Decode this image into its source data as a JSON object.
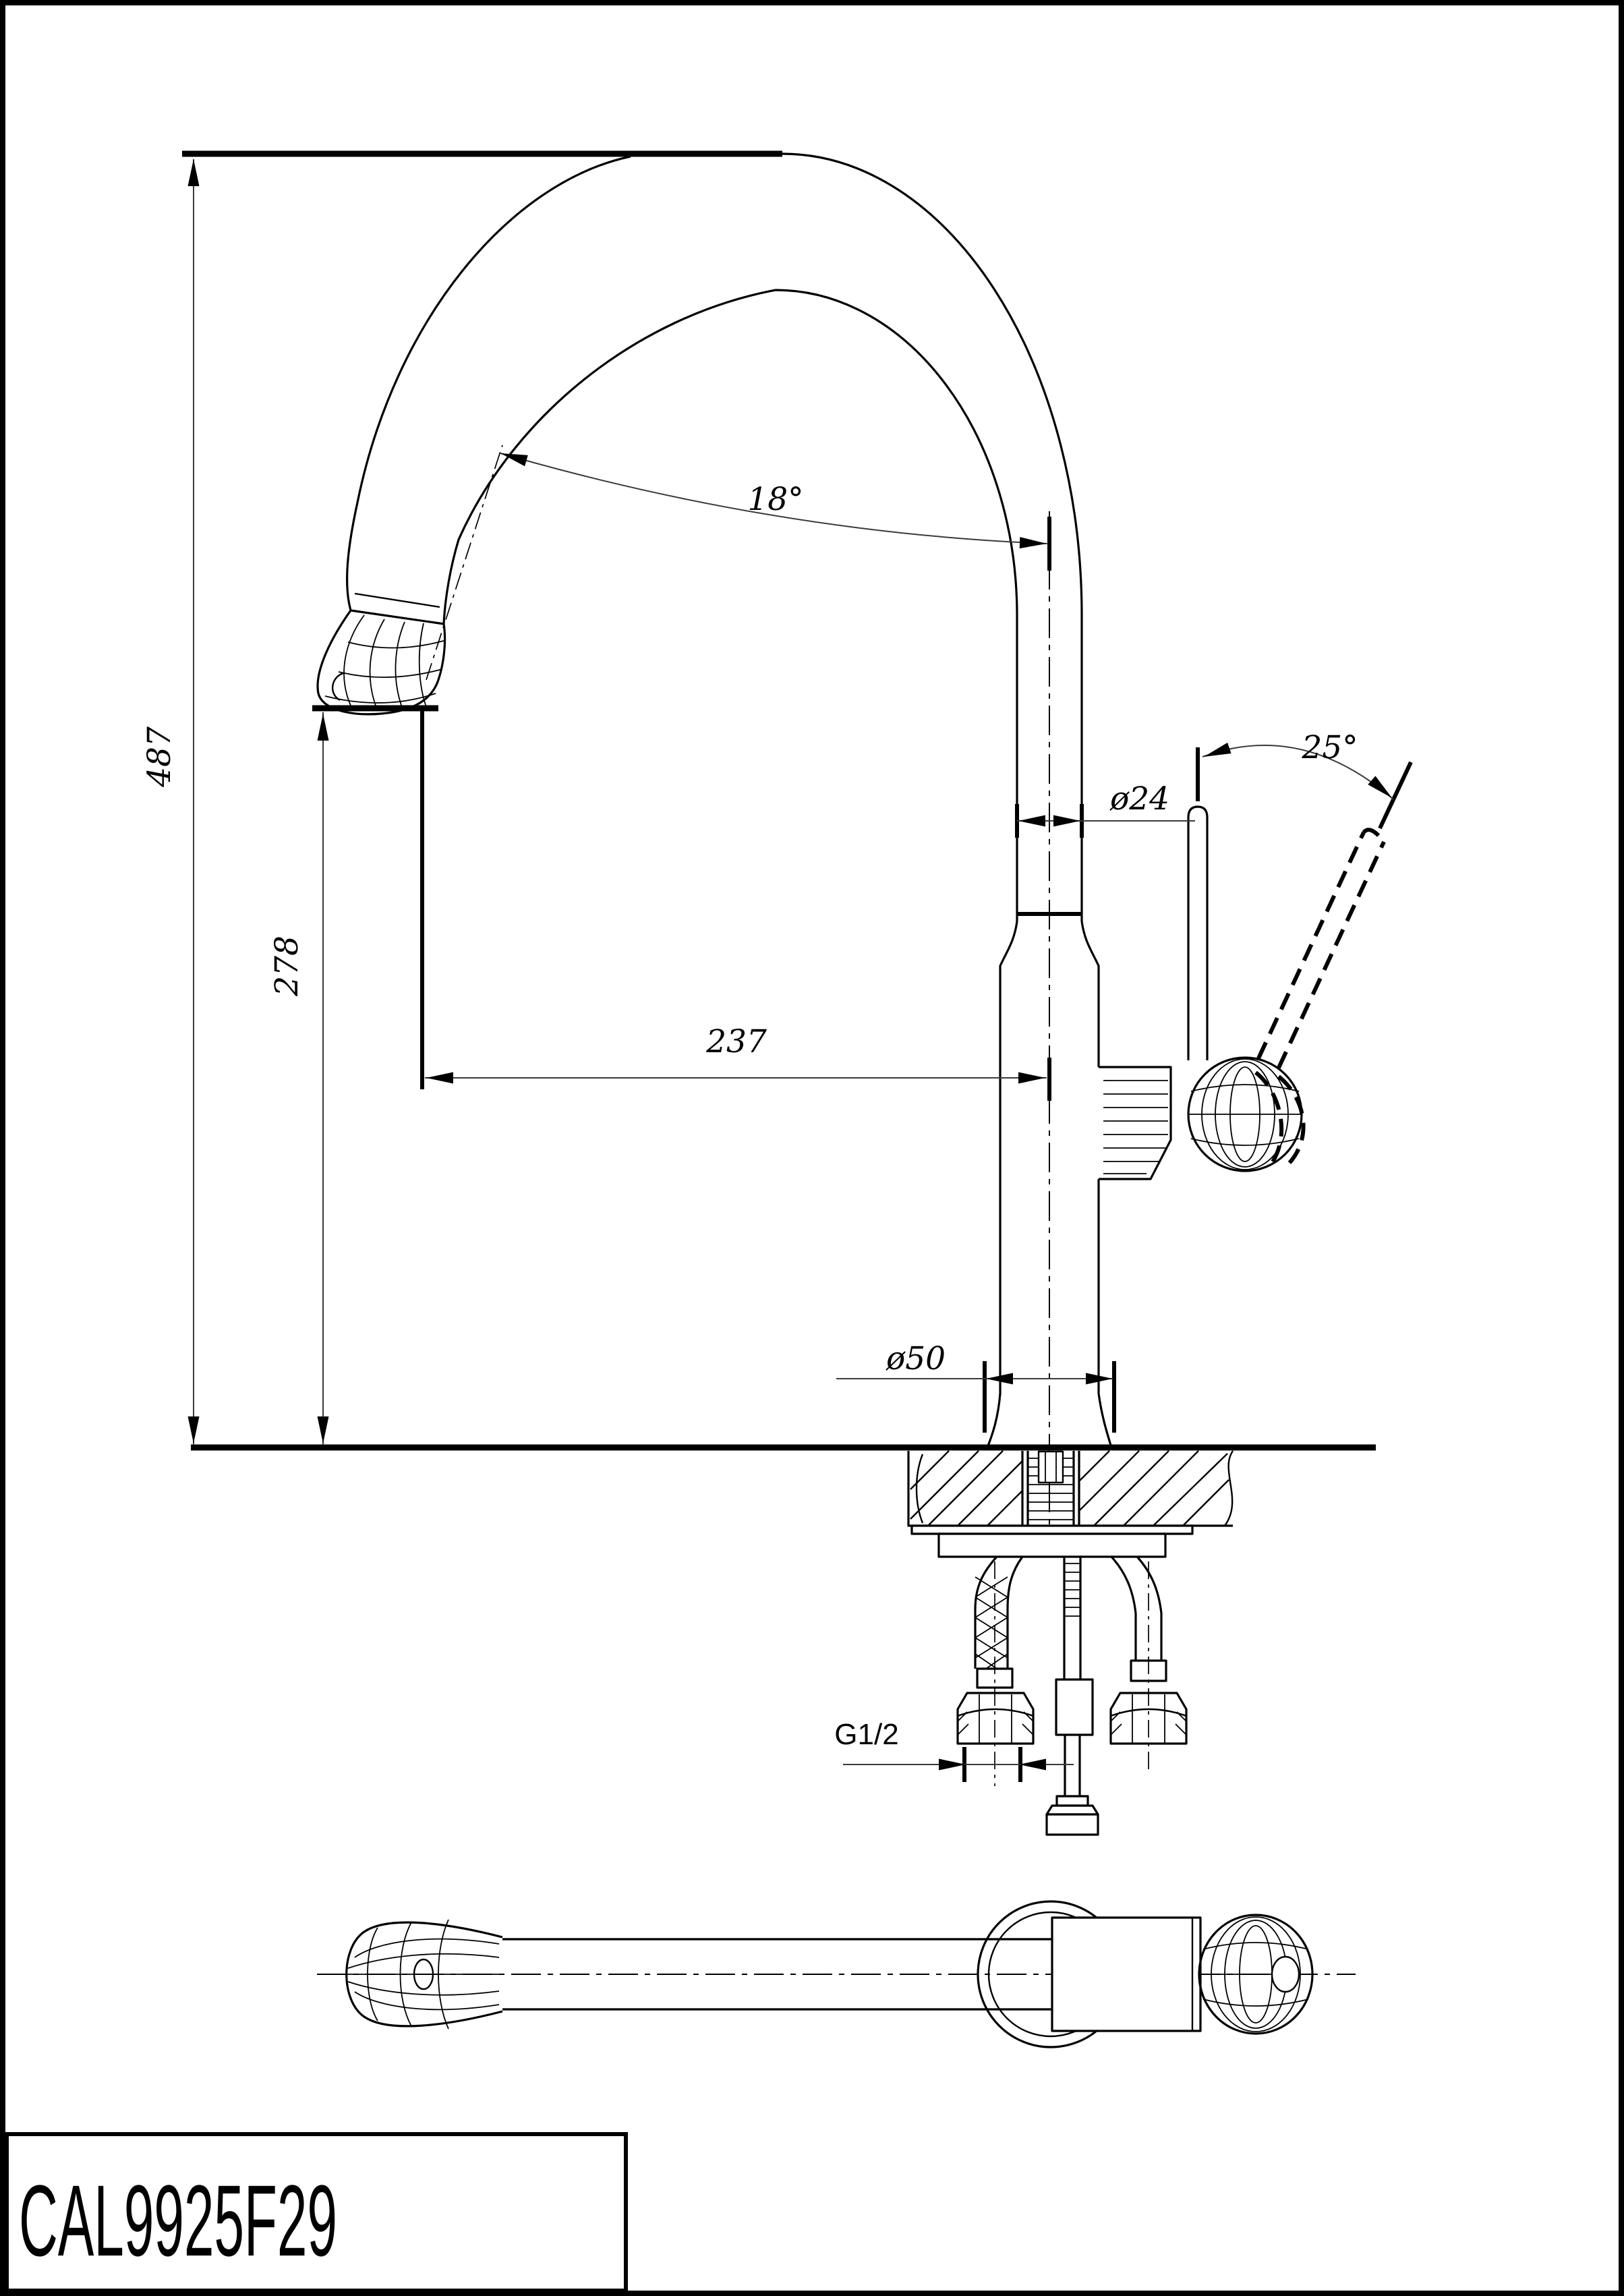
{
  "title_block": {
    "model": "CAL9925F29"
  },
  "dimensions": {
    "overall_height": "487",
    "aerator_height": "278",
    "spout_reach": "237",
    "spout_angle": "18°",
    "handle_angle": "25°",
    "spout_tube_diameter": "ø24",
    "base_diameter": "ø50",
    "connection_thread": "G1/2"
  },
  "line_colors": {
    "object": "#000000",
    "dimension": "#3a3a3a"
  }
}
